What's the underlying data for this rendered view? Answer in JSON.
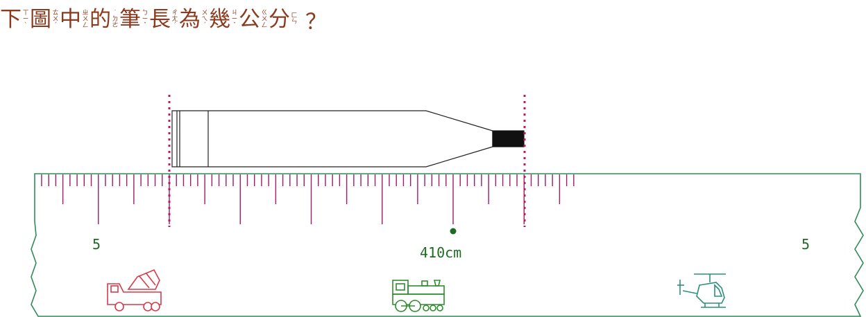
{
  "question": {
    "segments": [
      {
        "char": "下",
        "zhuyin": "ㄒㄧˋ"
      },
      {
        "char": "圖",
        "zhuyin": "ㄊㄨˊ"
      },
      {
        "char": "中",
        "zhuyin": "ㄓㄨㄥ"
      },
      {
        "char": "的",
        "zhuyin": "˙ㄉㄜ"
      },
      {
        "char": "筆",
        "zhuyin": "ㄅㄧˇ"
      },
      {
        "char": "長",
        "zhuyin": "ㄔㄤˊ"
      },
      {
        "char": "為",
        "zhuyin": "ㄨㄟˊ"
      },
      {
        "char": "幾",
        "zhuyin": "ㄐㄧˇ"
      },
      {
        "char": "公",
        "zhuyin": "ㄍㄨㄥ"
      },
      {
        "char": "分",
        "zhuyin": "ㄈㄣ"
      }
    ],
    "mark": "？"
  },
  "ruler": {
    "left_label": "5",
    "center_label": "410cm",
    "right_label": "5",
    "icons": [
      "cement-mixer-truck-icon",
      "steam-locomotive-icon",
      "helicopter-icon"
    ]
  },
  "colors": {
    "question_text": "#8c3a1e",
    "ruler_border": "#2e8b57",
    "ticks": "#a0196a",
    "guide_lines": "#c2185b",
    "labels": "#1e6b24",
    "truck": "#d63a4a",
    "train": "#2e8b2e",
    "helicopter": "#2a8f7a"
  }
}
